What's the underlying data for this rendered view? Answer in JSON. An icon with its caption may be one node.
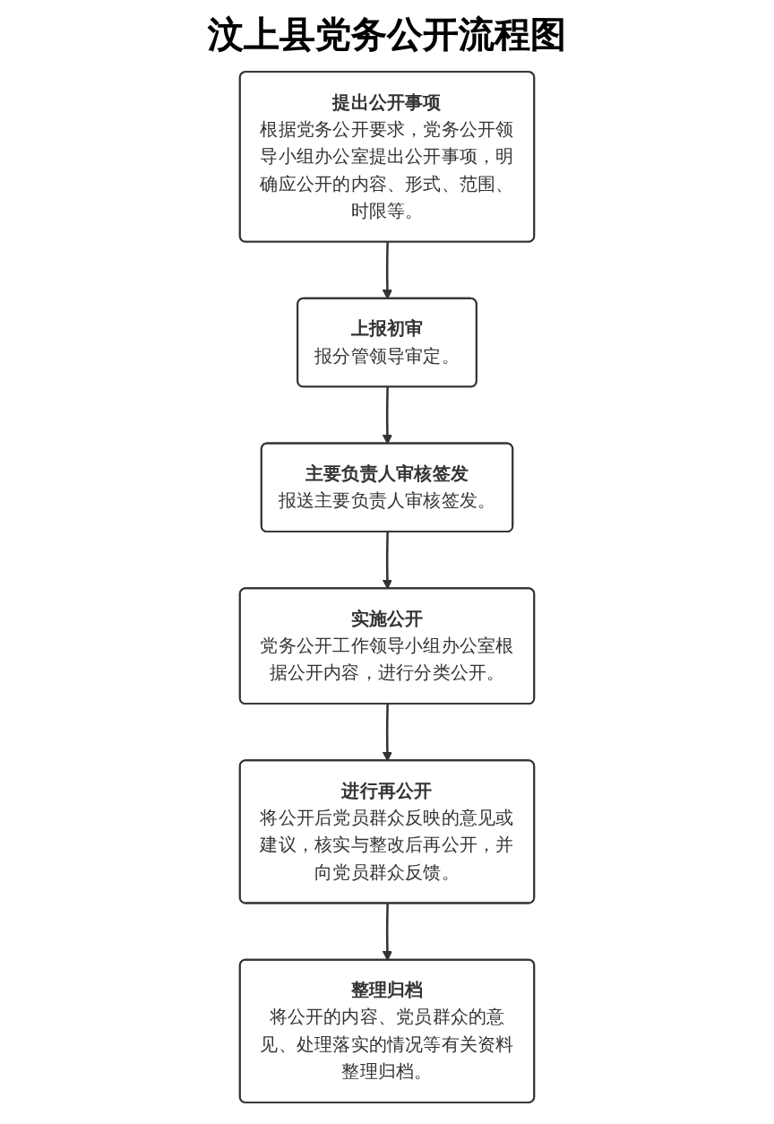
{
  "diagram": {
    "title": "汶上县党务公开流程图",
    "nodes": [
      {
        "text": [
          "提出公开事项",
          "根据党务公开要求，党务公开领导小组办公室提出公开事项，明确应公开的内容、形式、范围、时限等。"
        ]
      },
      {
        "text": [
          "上报初审",
          "报分管领导审定。"
        ]
      },
      {
        "text": [
          "主要负责人审核签发",
          "报送主要负责人审核签发。"
        ]
      },
      {
        "text": [
          "实施公开",
          "党务公开工作领导小组办公室根据公开内容，进行分类公开。"
        ]
      },
      {
        "text": [
          "进行再公开",
          "将公开后党员群众反映的意见或建议，核实与整改后再公开，并向党员群众反馈。"
        ]
      },
      {
        "text": [
          "整理归档",
          "将公开的内容、党员群众的意见、处理落实的情况等有关资料整理归档。"
        ]
      }
    ],
    "edges": [
      {
        "from": 0,
        "to": 1,
        "arrow": "to"
      },
      {
        "from": 1,
        "to": 2,
        "arrow": "to"
      },
      {
        "from": 2,
        "to": 3,
        "arrow": "to"
      },
      {
        "from": 3,
        "to": 4,
        "arrow": "to"
      },
      {
        "from": 4,
        "to": 5,
        "arrow": "to"
      }
    ]
  }
}
